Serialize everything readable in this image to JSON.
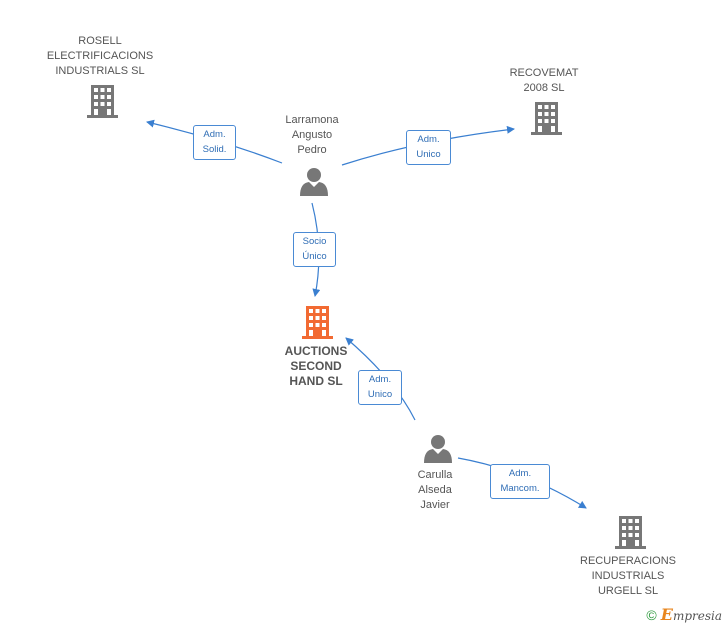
{
  "colors": {
    "edge": "#3a7fd0",
    "company": "#777777",
    "company_main": "#f26a32",
    "person": "#777777"
  },
  "nodes": {
    "rosell": {
      "lines": [
        "ROSELL",
        "ELECTRIFICACIONS",
        "INDUSTRIALS SL"
      ],
      "icon": "building-icon"
    },
    "recovemat": {
      "lines": [
        "RECOVEMAT",
        "2008 SL"
      ],
      "icon": "building-icon"
    },
    "larramona": {
      "lines": [
        "Larramona",
        "Angusto",
        "Pedro"
      ],
      "icon": "person-icon"
    },
    "auctions": {
      "lines": [
        "AUCTIONS",
        "SECOND",
        "HAND SL"
      ],
      "icon": "building-icon"
    },
    "carulla": {
      "lines": [
        "Carulla",
        "Alseda",
        "Javier"
      ],
      "icon": "person-icon"
    },
    "recuperacions": {
      "lines": [
        "RECUPERACIONS",
        "INDUSTRIALS",
        "URGELL SL"
      ],
      "icon": "building-icon"
    }
  },
  "edges": {
    "e1": [
      "Adm.",
      "Solid."
    ],
    "e2": [
      "Adm.",
      "Unico"
    ],
    "e3": [
      "Socio",
      "Único"
    ],
    "e4": [
      "Adm.",
      "Unico"
    ],
    "e5": [
      "Adm.",
      "Mancom."
    ]
  },
  "footer": {
    "copyright": "©",
    "brand_first": "E",
    "brand_rest": "mpresia"
  }
}
